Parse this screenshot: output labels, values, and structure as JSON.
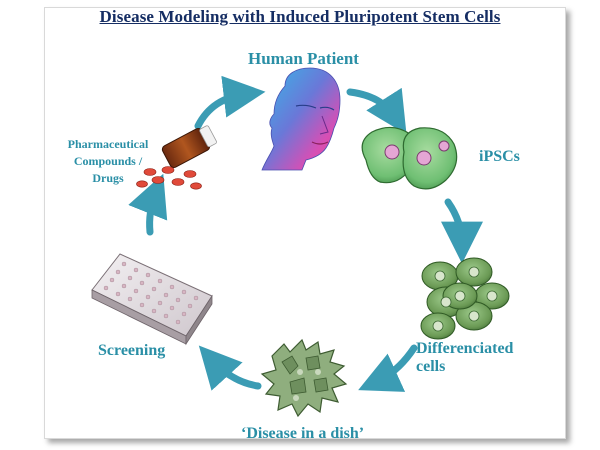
{
  "title": "Disease Modeling with Induced Pluripotent Stem Cells",
  "nodes": {
    "human_patient": "Human Patient",
    "ipscs": "iPSCs",
    "differentiated_line1": "Differenciated",
    "differentiated_line2": "cells",
    "disease_in_dish": "‘Disease in a dish’",
    "screening": "Screening",
    "pharma_line1": "Pharmaceutical",
    "pharma_line2": "Compounds /",
    "pharma_line3": "Drugs"
  },
  "icons": {
    "head": "human-head-icon",
    "ipsc": "ipsc-cells-icon",
    "differentiated": "differentiated-cells-icon",
    "dish": "disease-cells-icon",
    "plate": "well-plate-icon",
    "pills": "pill-bottle-icon"
  },
  "colors": {
    "title": "#152d63",
    "label": "#2a8fa6",
    "arrow": "#3b9cb4",
    "cell_green": "#6fbf73",
    "cell_dark": "#4f8a45"
  }
}
